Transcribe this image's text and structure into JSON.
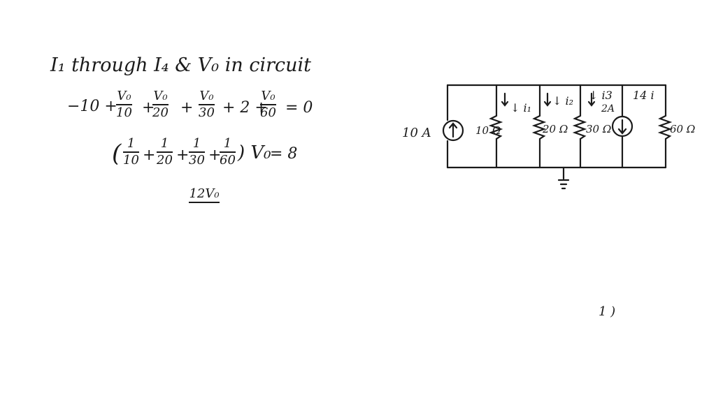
{
  "title": "I₁ through I₄ & V₀ in circuit",
  "equation1": {
    "lead": "−10 +",
    "terms": [
      {
        "num": "V₀",
        "den": "10"
      },
      {
        "num": "V₀",
        "den": "20"
      },
      {
        "num": "V₀",
        "den": "30"
      },
      {
        "num": "V₀",
        "den": "60"
      }
    ],
    "ops": [
      "+",
      "+",
      "+ 2 +"
    ],
    "tail": "= 0"
  },
  "equation2": {
    "open": "(",
    "terms": [
      {
        "num": "1",
        "den": "10"
      },
      {
        "num": "1",
        "den": "20"
      },
      {
        "num": "1",
        "den": "30"
      },
      {
        "num": "1",
        "den": "60"
      }
    ],
    "ops": [
      "+",
      "+",
      "+"
    ],
    "close": ") V₀",
    "tail": "= 8"
  },
  "equation3": {
    "num": "12V₀",
    "den": ""
  },
  "circuit": {
    "source_left_label": "10 A",
    "current_labels": [
      "↓ i₁",
      "↓ i₂",
      "↓ i3",
      "14 i"
    ],
    "source_right_label": "2A",
    "resistors": [
      "10 Ω",
      "20 Ω",
      "30 Ω",
      "60 Ω"
    ],
    "ground_symbol": "⏚"
  },
  "corner_note": "1 )",
  "colors": {
    "ink": "#1a1a1a",
    "background": "#ffffff"
  }
}
